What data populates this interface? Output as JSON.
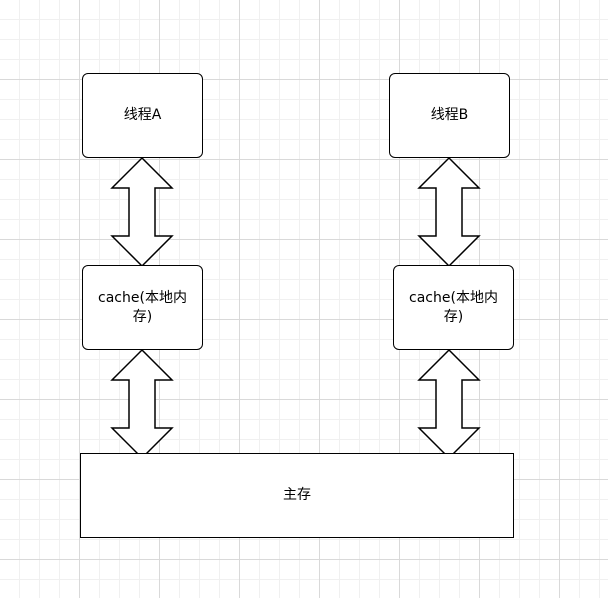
{
  "diagram": {
    "thread_a": {
      "label": "线程A"
    },
    "thread_b": {
      "label": "线程B"
    },
    "cache_a": {
      "line1": "cache(本地内",
      "line2": "存)"
    },
    "cache_b": {
      "line1": "cache(本地内",
      "line2": "存)"
    },
    "main_memory": {
      "label": "主存"
    }
  },
  "colors": {
    "stroke": "#000000",
    "fill": "#ffffff"
  }
}
